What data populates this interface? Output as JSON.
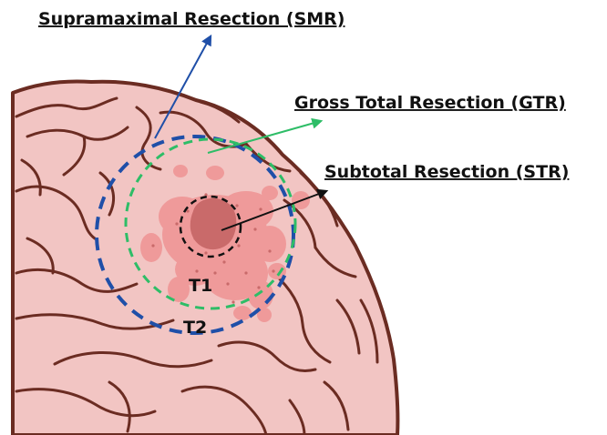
{
  "labels": {
    "smr": "Supramaximal Resection (SMR)",
    "gtr": "Gross Total Resection (GTR)",
    "str": "Subtotal Resection (STR)",
    "t1": "T1",
    "t2": "T2"
  },
  "colors": {
    "brain_fill": "#f2c5c3",
    "brain_outline": "#6b2c22",
    "tumor_light": "#ef9a9a",
    "tumor_core": "#c96a6a",
    "smr": "#1f4fa8",
    "gtr": "#2ebd67",
    "str": "#111111"
  }
}
